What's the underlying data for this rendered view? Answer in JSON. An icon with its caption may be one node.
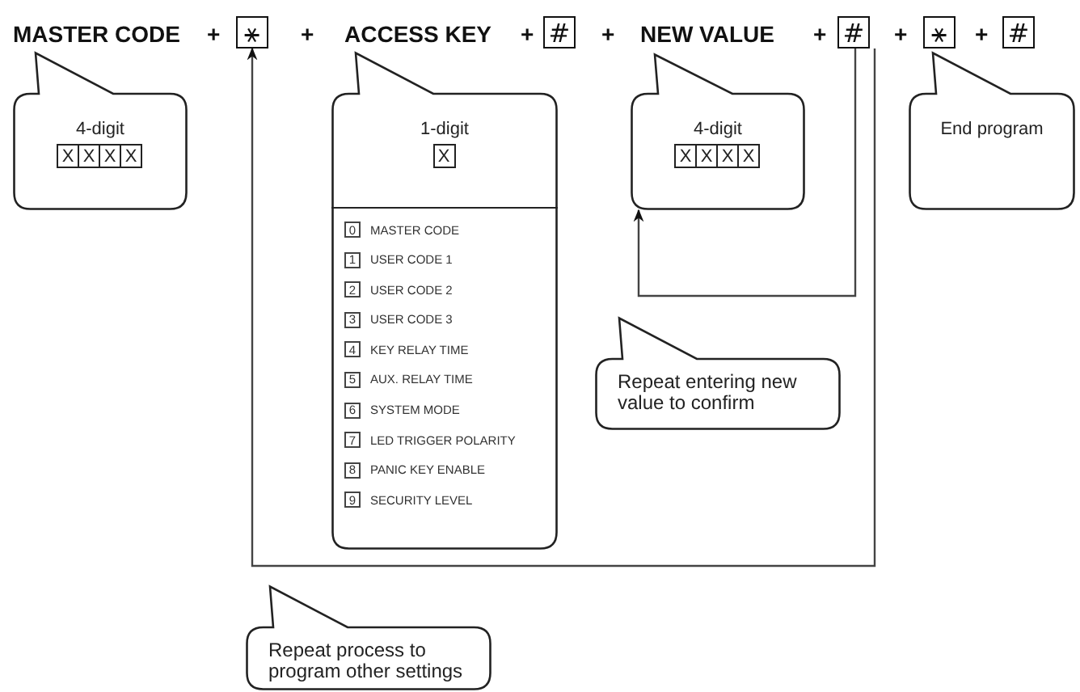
{
  "diagram": {
    "nodes": [
      {
        "text": [
          "MASTER CODE"
        ]
      },
      {
        "text": [
          "⚹"
        ]
      },
      {
        "text": [
          "ACCESS KEY"
        ]
      },
      {
        "text": [
          "#"
        ]
      },
      {
        "text": [
          "NEW VALUE"
        ]
      },
      {
        "text": [
          "#"
        ]
      },
      {
        "text": [
          "⚹"
        ]
      },
      {
        "text": [
          "#"
        ]
      },
      {
        "text": [
          "4-digit"
        ]
      },
      {
        "text": [
          "X"
        ],
        "in": 8
      },
      {
        "text": [
          "X"
        ],
        "in": 8
      },
      {
        "text": [
          "X"
        ],
        "in": 8
      },
      {
        "text": [
          "X"
        ],
        "in": 8
      },
      {
        "text": [
          "1-digit"
        ]
      },
      {
        "text": [
          "X"
        ],
        "in": 13
      },
      {
        "text": [
          "0"
        ],
        "in": 13,
        "beside": [
          "MASTER CODE"
        ]
      },
      {
        "text": [
          "1"
        ],
        "in": 13,
        "beside": [
          "USER CODE 1"
        ]
      },
      {
        "text": [
          "2"
        ],
        "in": 13,
        "beside": [
          "USER CODE 2"
        ]
      },
      {
        "text": [
          "3"
        ],
        "in": 13,
        "beside": [
          "USER CODE 3"
        ]
      },
      {
        "text": [
          "4"
        ],
        "in": 13,
        "beside": [
          "KEY RELAY TIME"
        ]
      },
      {
        "text": [
          "5"
        ],
        "in": 13,
        "beside": [
          "AUX. RELAY TIME"
        ]
      },
      {
        "text": [
          "6"
        ],
        "in": 13,
        "beside": [
          "SYSTEM MODE"
        ]
      },
      {
        "text": [
          "7"
        ],
        "in": 13,
        "beside": [
          "LED TRIGGER POLARITY"
        ]
      },
      {
        "text": [
          "8"
        ],
        "in": 13,
        "beside": [
          "PANIC KEY ENABLE"
        ]
      },
      {
        "text": [
          "9"
        ],
        "in": 13,
        "beside": [
          "SECURITY LEVEL"
        ]
      },
      {
        "text": [
          "4-digit"
        ]
      },
      {
        "text": [
          "X"
        ],
        "in": 25
      },
      {
        "text": [
          "X"
        ],
        "in": 25
      },
      {
        "text": [
          "X"
        ],
        "in": 25
      },
      {
        "text": [
          "X"
        ],
        "in": 25
      },
      {
        "text": [
          "End program"
        ]
      },
      {
        "text": [
          "Repeat entering new value to confirm"
        ]
      },
      {
        "text": [
          "Repeat process to program other settings"
        ]
      }
    ],
    "edges": [
      {
        "from": 5,
        "to": 25,
        "arrow": "to"
      },
      {
        "from": 5,
        "to": 1,
        "arrow": "to"
      }
    ],
    "labels": [
      "+",
      "+",
      "+",
      "+",
      "+",
      "+",
      "+"
    ]
  }
}
